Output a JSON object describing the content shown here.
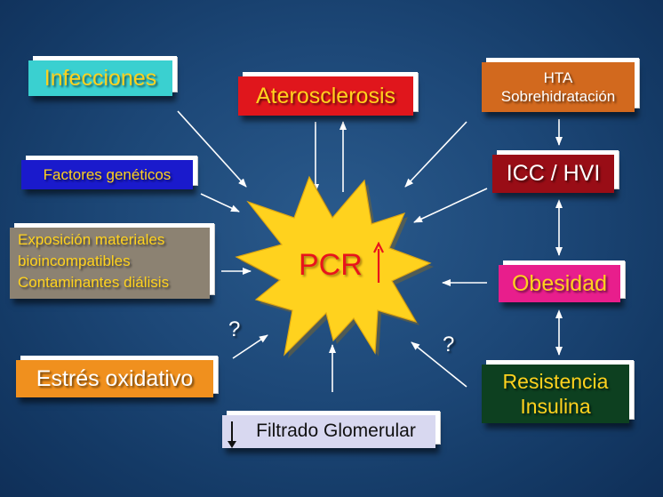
{
  "center": {
    "label": "PCR"
  },
  "factors": {
    "infecciones": "Infecciones",
    "aterosclerosis": "Aterosclerosis",
    "hta_line1": "HTA",
    "hta_line2": "Sobrehidratación",
    "factores_geneticos": "Factores genéticos",
    "icc_hvi": "ICC / HVI",
    "exposicion_line1": "Exposición materiales",
    "exposicion_line2": "bioincompatibles",
    "exposicion_line3": "Contaminantes diálisis",
    "obesidad": "Obesidad",
    "estres_oxidativo": "Estrés oxidativo",
    "filtrado_glomerular": "Filtrado Glomerular",
    "resistencia_line1": "Resistencia",
    "resistencia_line2": "Insulina"
  },
  "uncertain_marks": {
    "left": "?",
    "right": "?"
  },
  "colors": {
    "background": "#1d4878",
    "star": "#ffd21e",
    "pcr_text": "#e8141c",
    "infecciones_box": "#3ad0d0",
    "aterosclerosis_box": "#e0161c",
    "hta_box": "#d2691e",
    "factores_geneticos_box": "#1a1acc",
    "icc_hvi_box": "#990d16",
    "exposicion_box": "#8c8272",
    "obesidad_box": "#e81e8c",
    "estres_box": "#f0901e",
    "filtrado_box": "#d8d8f0",
    "resistencia_box": "#0d4020",
    "yellow_text": "#ffd21e"
  }
}
